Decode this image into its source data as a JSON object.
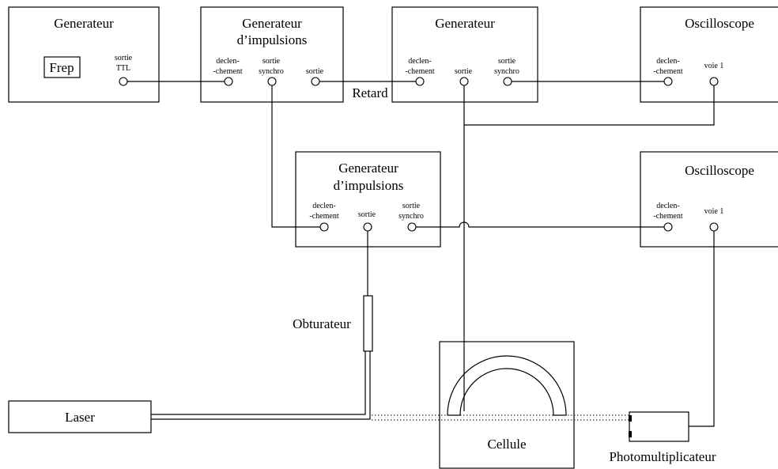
{
  "gen1": {
    "title": "Generateur",
    "frep": "Frep",
    "out1": "sortie",
    "out2": "TTL"
  },
  "pulse1": {
    "title1": "Generateur",
    "title2": "d’impulsions",
    "p1a": "declen-",
    "p1b": "-chement",
    "p2a": "sortie",
    "p2b": "synchro",
    "p3": "sortie"
  },
  "retard": "Retard",
  "gen2": {
    "title": "Generateur",
    "p1a": "declen-",
    "p1b": "-chement",
    "p2": "sortie",
    "p3a": "sortie",
    "p3b": "synchro"
  },
  "osc1": {
    "title": "Oscilloscope",
    "p1a": "declen-",
    "p1b": "-chement",
    "p2": "voie 1"
  },
  "pulse2": {
    "title1": "Generateur",
    "title2": "d’impulsions",
    "p1a": "declen-",
    "p1b": "-chement",
    "p2": "sortie",
    "p3a": "sortie",
    "p3b": "synchro"
  },
  "osc2": {
    "title": "Oscilloscope",
    "p1a": "declen-",
    "p1b": "-chement",
    "p2": "voie 1"
  },
  "obturateur": "Obturateur",
  "laser": "Laser",
  "cellule": "Cellule",
  "photomultiplicateur": "Photomultiplicateur"
}
